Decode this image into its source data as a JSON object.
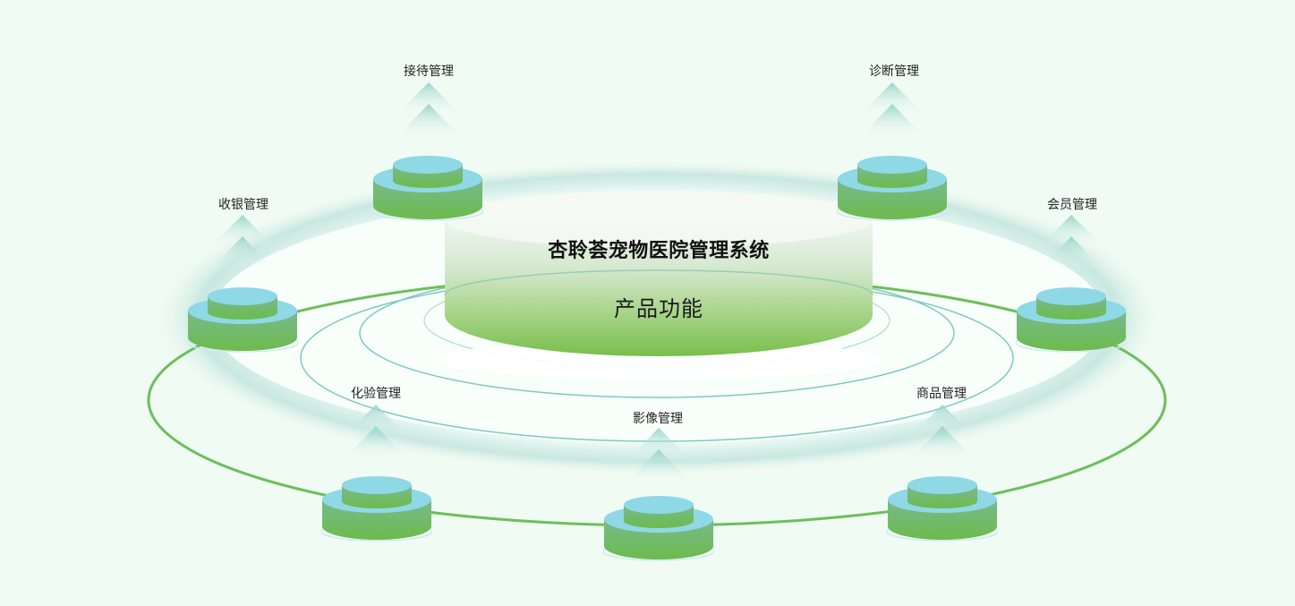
{
  "center": {
    "title": "杏聆荟宠物医院管理系统",
    "subtitle": "产品功能"
  },
  "colors": {
    "background": "#f0fbf3",
    "ring_green": "#6cbf5a",
    "ring_teal": "#7fc9bd",
    "cylinder_top": "#8fd8e6",
    "cylinder_side_top": "#74b98b",
    "cylinder_side_bottom": "#6dbb4c",
    "center_cylinder_top": "#e8f3ea",
    "center_cylinder_bottom": "#7ac04e"
  },
  "modules": [
    {
      "id": "reception",
      "label": "接待管理"
    },
    {
      "id": "diagnosis",
      "label": "诊断管理"
    },
    {
      "id": "cashier",
      "label": "收银管理"
    },
    {
      "id": "member",
      "label": "会员管理"
    },
    {
      "id": "lab",
      "label": "化验管理"
    },
    {
      "id": "imaging",
      "label": "影像管理"
    },
    {
      "id": "product",
      "label": "商品管理"
    }
  ]
}
